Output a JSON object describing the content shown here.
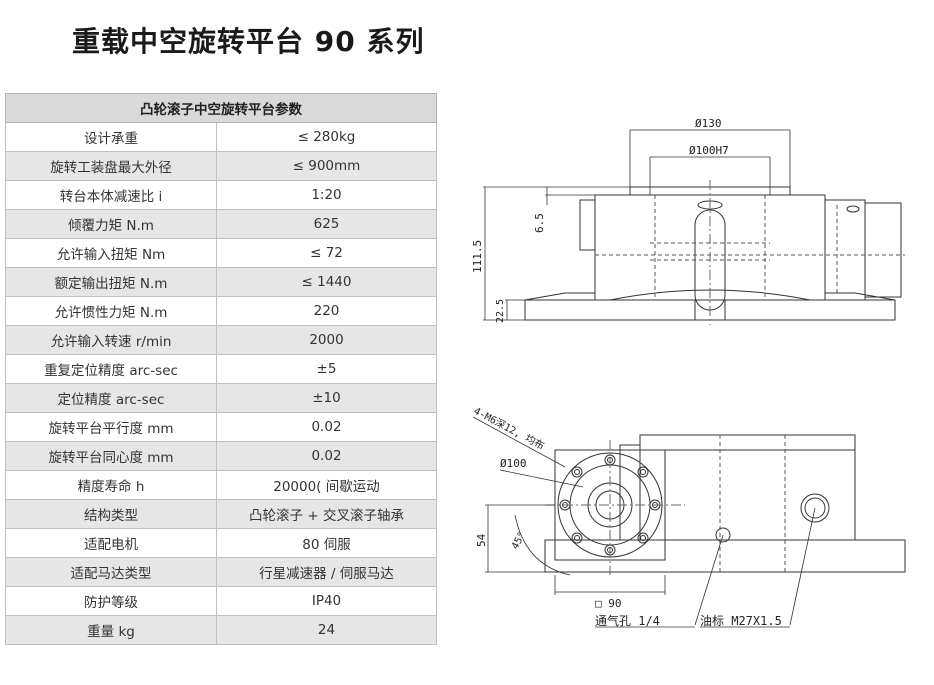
{
  "page_title": "重载中空旋转平台 90 系列",
  "table": {
    "header": "凸轮滚子中空旋转平台参数",
    "rows": [
      {
        "label": "设计承重",
        "value": "≤ 280kg"
      },
      {
        "label": "旋转工装盘最大外径",
        "value": "≤ 900mm"
      },
      {
        "label": "转台本体减速比 i",
        "value": "1:20"
      },
      {
        "label": "倾覆力矩 N.m",
        "value": "625"
      },
      {
        "label": "允许输入扭矩 Nm",
        "value": "≤ 72"
      },
      {
        "label": "额定输出扭矩 N.m",
        "value": "≤ 1440"
      },
      {
        "label": "允许惯性力矩 N.m",
        "value": "220"
      },
      {
        "label": "允许输入转速 r/min",
        "value": "2000"
      },
      {
        "label": "重复定位精度 arc-sec",
        "value": "±5"
      },
      {
        "label": "定位精度 arc-sec",
        "value": "±10"
      },
      {
        "label": "旋转平台平行度 mm",
        "value": "0.02"
      },
      {
        "label": "旋转平台同心度 mm",
        "value": "0.02"
      },
      {
        "label": "精度寿命 h",
        "value": "20000( 间歇运动"
      },
      {
        "label": "结构类型",
        "value": "凸轮滚子 + 交叉滚子轴承"
      },
      {
        "label": "适配电机",
        "value": "80 伺服"
      },
      {
        "label": "适配马达类型",
        "value": "行星减速器 / 伺服马达"
      },
      {
        "label": "防护等级",
        "value": "IP40"
      },
      {
        "label": "重量 kg",
        "value": "24"
      }
    ]
  },
  "drawing": {
    "dim_d130": "Ø130",
    "dim_d100h7": "Ø100H7",
    "dim_65": "6.5",
    "dim_1115": "111.5",
    "dim_225": "22.5",
    "dim_holes": "4-M6深12, 均布",
    "dim_d100": "Ø100",
    "dim_54": "54",
    "dim_45": "45°",
    "dim_sq90": "□ 90",
    "label_vent": "通气孔 1/4",
    "label_oil": "油标 M27X1.5"
  }
}
